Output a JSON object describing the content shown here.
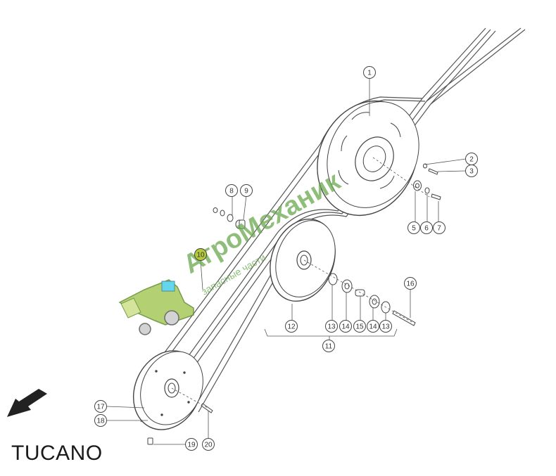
{
  "label": "TUCANO",
  "watermark": {
    "brand": "АгроМеханик",
    "tagline": "запасные части",
    "color_green": "#6aa84f",
    "color_dark": "#3a6e2a"
  },
  "callouts": [
    {
      "id": "c1",
      "num": "1"
    },
    {
      "id": "c2",
      "num": "2"
    },
    {
      "id": "c3",
      "num": "3"
    },
    {
      "id": "c5",
      "num": "5"
    },
    {
      "id": "c6",
      "num": "6"
    },
    {
      "id": "c7",
      "num": "7"
    },
    {
      "id": "c8",
      "num": "8"
    },
    {
      "id": "c9",
      "num": "9"
    },
    {
      "id": "c10",
      "num": "10",
      "highlighted": true
    },
    {
      "id": "c11",
      "num": "11"
    },
    {
      "id": "c12",
      "num": "12"
    },
    {
      "id": "c13a",
      "num": "13"
    },
    {
      "id": "c14a",
      "num": "14"
    },
    {
      "id": "c15",
      "num": "15"
    },
    {
      "id": "c14b",
      "num": "14"
    },
    {
      "id": "c13b",
      "num": "13"
    },
    {
      "id": "c16",
      "num": "16"
    },
    {
      "id": "c17",
      "num": "17"
    },
    {
      "id": "c18",
      "num": "18"
    },
    {
      "id": "c19",
      "num": "19"
    },
    {
      "id": "c20",
      "num": "20"
    }
  ],
  "colors": {
    "line": "#333333",
    "highlight": "#b5c93a",
    "belt": "#555555"
  }
}
